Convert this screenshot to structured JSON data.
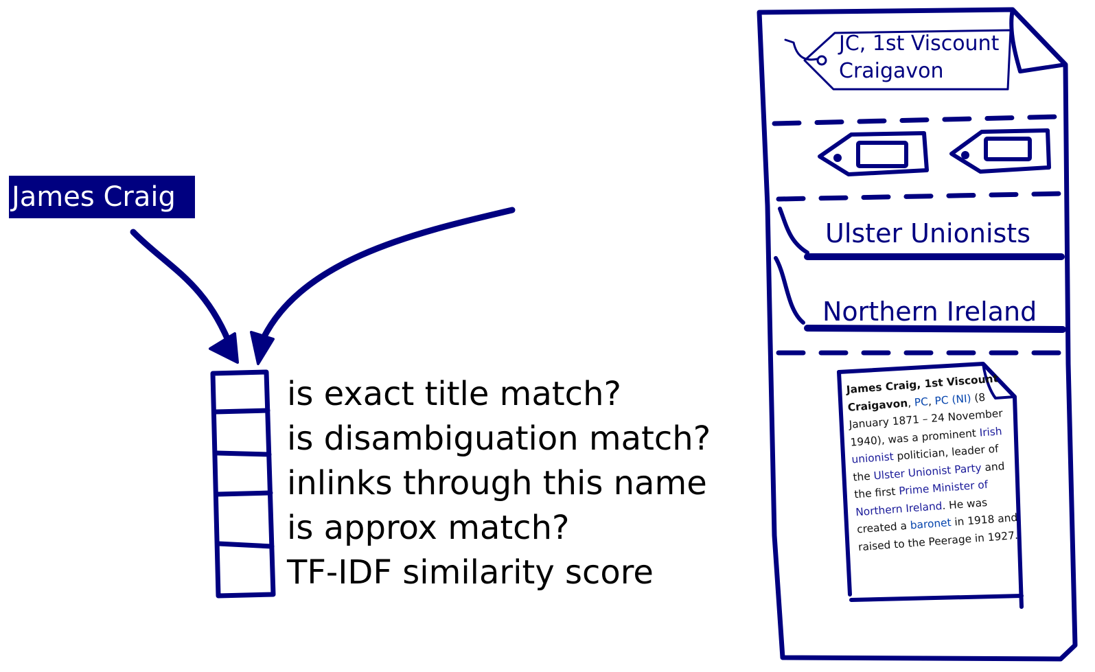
{
  "mention": {
    "label": "James Craig"
  },
  "features": [
    "is exact title match?",
    "is disambiguation match?",
    "inlinks through this name",
    "is approx match?",
    "TF-IDF similarity score"
  ],
  "entity_card": {
    "title_line1": "JC, 1st Viscount",
    "title_line2": "Craigavon",
    "categories": [
      "Ulster Unionists",
      "Northern Ireland"
    ],
    "abstract": {
      "t0": "James Craig, 1st Viscount Craigavon",
      "t1": ", ",
      "t2": "PC",
      "t3": ", ",
      "t4": "PC (NI)",
      "t5": " (8 January 1871 – 24 November 1940), was a prominent ",
      "t6": "Irish unionist",
      "t7": " politician, leader of the ",
      "t8": "Ulster Unionist Party",
      "t9": " and the first ",
      "t10": "Prime Minister of Northern Ireland",
      "t11": ". He was created a ",
      "t12": "baronet",
      "t13": " in 1918 and raised to the Peerage in 1927."
    }
  },
  "colors": {
    "ink": "#000080",
    "text": "#000000",
    "link": "#0645ad"
  }
}
